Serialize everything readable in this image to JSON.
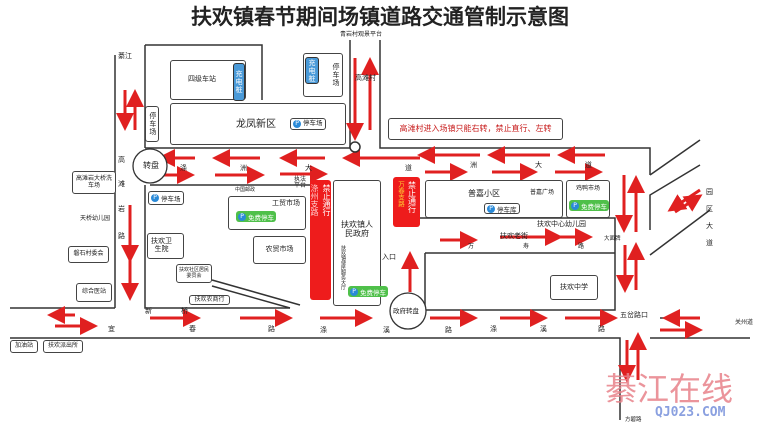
{
  "title": "扶欢镇春节期间场镇道路交通管制示意图",
  "labels": {
    "qingyan": "青岩村观景平台",
    "qijiang": "綦江",
    "gaotan_village": "高滩村",
    "siji_station": "四级车站",
    "charging1": "充电桩",
    "charging2": "充电桩",
    "parking_vert1": "停车场",
    "parking_vert2": "停车场",
    "longfeng": "龙凤新区",
    "parking_longfeng": "停车场",
    "roundabout": "转盘",
    "road_gty": [
      "高",
      "滩",
      "岩",
      "路"
    ],
    "road_dizhou": [
      "涤",
      "洲",
      "大",
      "道",
      "涤",
      "洲",
      "大",
      "道"
    ],
    "carwash": "高滩岩大桥洗车场",
    "parking_left": "停车场",
    "post": "中国邮政",
    "law_platform": "执法平台",
    "gongmao": "工贸市场",
    "free_parking": "免费停车",
    "no_entry": "禁止通行",
    "dizhou_branch": "涤州支路",
    "gov": "扶欢镇人民政府",
    "service_hall": "扶欢镇便民服务大厅",
    "entrance": "入口",
    "wanchun_branch": "万春支路",
    "notice": "高滩村进入场镇只能右转，禁止直行、左转",
    "pujia": "普嘉小区",
    "pujia_square": "普嘉广场",
    "garage": "停车库",
    "poultry": "鸡鸭市场",
    "kindergarten": "扶欢中心幼儿园",
    "yuanqu": [
      "园",
      "区",
      "大",
      "道"
    ],
    "tianqiao": "天桥幼儿园",
    "hospital": "扶欢卫生院",
    "nongmao": "农贸市场",
    "panshi": "磐石村委会",
    "community": "扶欢社区居民委员会",
    "bank": "扶欢农商行",
    "clinic": "综合医站",
    "wanshou": [
      "万",
      "寿",
      "路"
    ],
    "old_street": "扶欢老街",
    "damianpai": "大面牌",
    "school": "扶欢中学",
    "xinqiao": [
      "新",
      "桥"
    ],
    "bottom_road": [
      "宜",
      "春",
      "路",
      "涤",
      "溪",
      "路",
      "涤",
      "溪",
      "路"
    ],
    "gov_roundabout": "政府转盘",
    "five_way": "五岔路口",
    "guanzhou": "关州道",
    "gas": "加油站",
    "police": "扶欢派出所",
    "fangbi": "方碧路"
  },
  "watermark": {
    "cn": "綦江在线",
    "url": "QJ023.COM"
  },
  "colors": {
    "arrow": "#e02020",
    "ban": "#ee1c1c",
    "parking_blue": "#4a9ad8",
    "free_green": "#4fc04a"
  }
}
